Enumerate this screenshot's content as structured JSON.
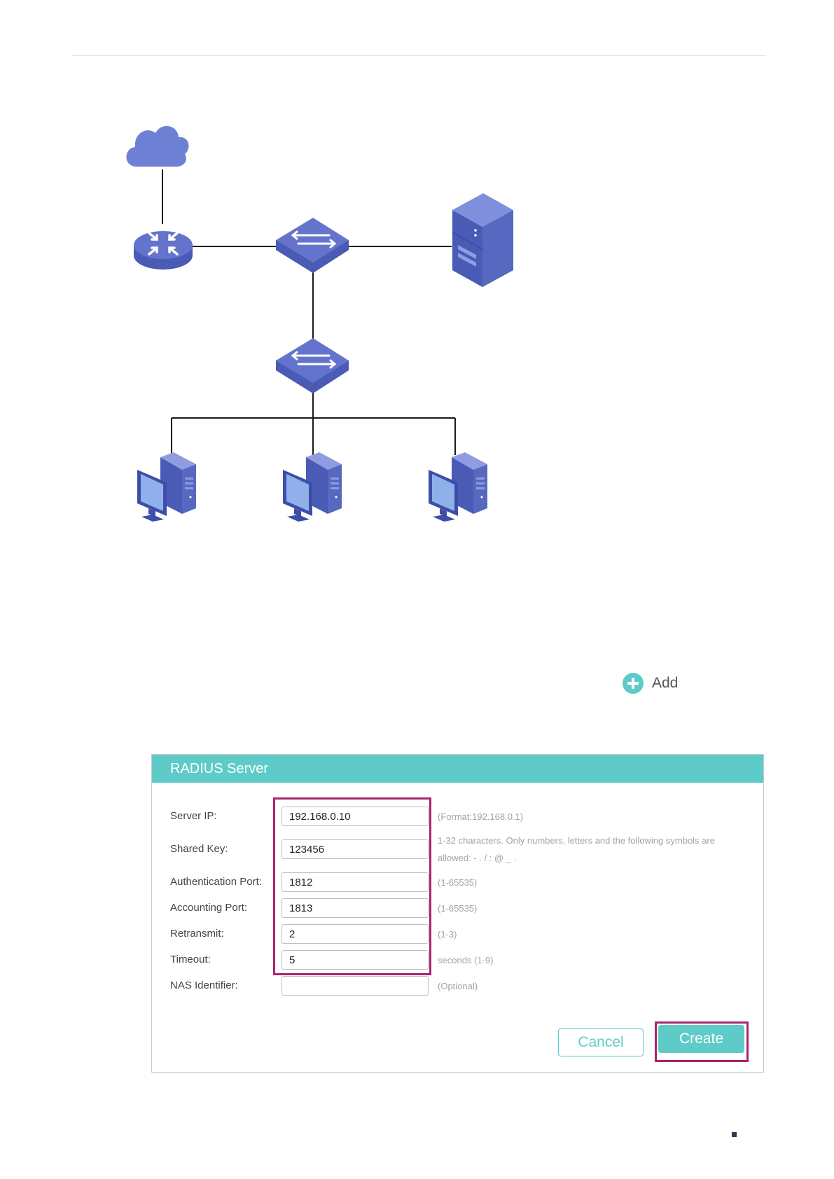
{
  "add_button": {
    "label": "Add"
  },
  "radius_panel": {
    "title": "RADIUS Server",
    "fields": [
      {
        "label": "Server IP:",
        "value": "192.168.0.10",
        "hint": "(Format:192.168.0.1)"
      },
      {
        "label": "Shared Key:",
        "value": "123456",
        "hint": "1-32 characters. Only numbers, letters and the following symbols are allowed: - . / : @ _ ."
      },
      {
        "label": "Authentication Port:",
        "value": "1812",
        "hint": "(1-65535)"
      },
      {
        "label": "Accounting Port:",
        "value": "1813",
        "hint": "(1-65535)"
      },
      {
        "label": "Retransmit:",
        "value": "2",
        "hint": "(1-3)"
      },
      {
        "label": "Timeout:",
        "value": "5",
        "hint": "seconds (1-9)"
      },
      {
        "label": "NAS Identifier:",
        "value": "",
        "hint": "(Optional)"
      }
    ],
    "cancel_label": "Cancel",
    "create_label": "Create"
  },
  "colors": {
    "accent": "#5ecbc8",
    "highlight": "#a8246f",
    "device": "#5668c0",
    "device_light": "#8f9de0"
  },
  "topology": {
    "icons": [
      "cloud-icon",
      "router-icon",
      "switch-icon",
      "radius-server-icon",
      "computer-icon"
    ]
  }
}
